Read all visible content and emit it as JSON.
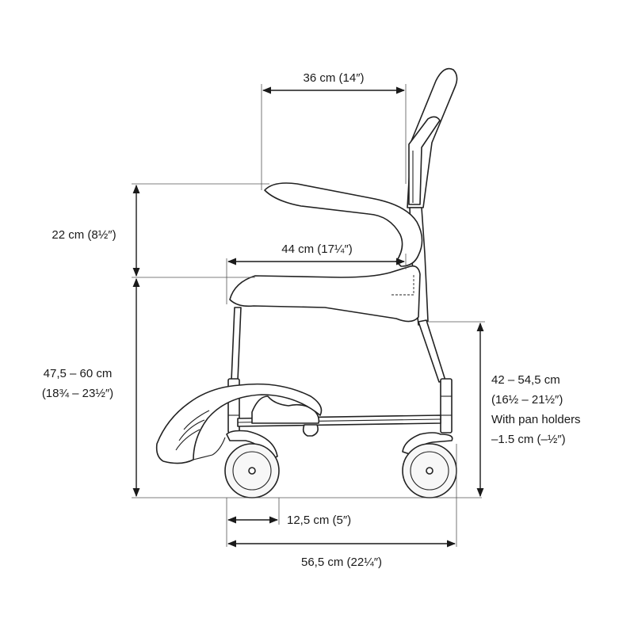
{
  "dimensions": {
    "armrest_length": "36 cm (14″)",
    "armrest_height": "22 cm (8½″)",
    "seat_depth": "44 cm (17¼″)",
    "seat_height_line1": "47,5 – 60 cm",
    "seat_height_line2": "(18¾ – 23½″)",
    "frame_height_line1": "42 – 54,5 cm",
    "frame_height_line2": "(16½ – 21½″)",
    "frame_height_line3": "With pan holders",
    "frame_height_line4": "–1.5 cm (–½″)",
    "castor_size": "12,5 cm (5″)",
    "total_length": "56,5 cm (22¼″)"
  }
}
